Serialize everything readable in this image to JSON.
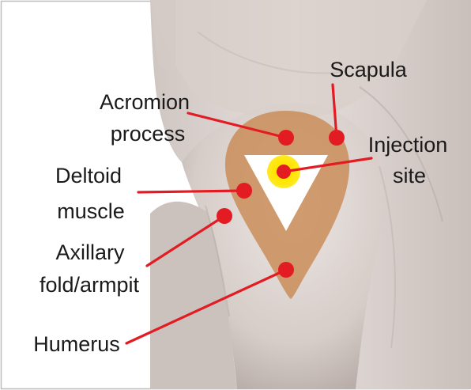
{
  "labels": {
    "acromion_line1": "Acromion",
    "acromion_line2": "process",
    "scapula": "Scapula",
    "injection_line1": "Injection",
    "injection_line2": "site",
    "deltoid_line1": "Deltoid",
    "deltoid_line2": "muscle",
    "axillary_line1": "Axillary",
    "axillary_line2": "fold/armpit",
    "humerus": "Humerus"
  },
  "colors": {
    "marker": "#e31b23",
    "injection_halo": "#ffe600",
    "deltoid_region": "#c8864e",
    "skin": "#d9d1cd",
    "frame": "#bdbdbd"
  }
}
